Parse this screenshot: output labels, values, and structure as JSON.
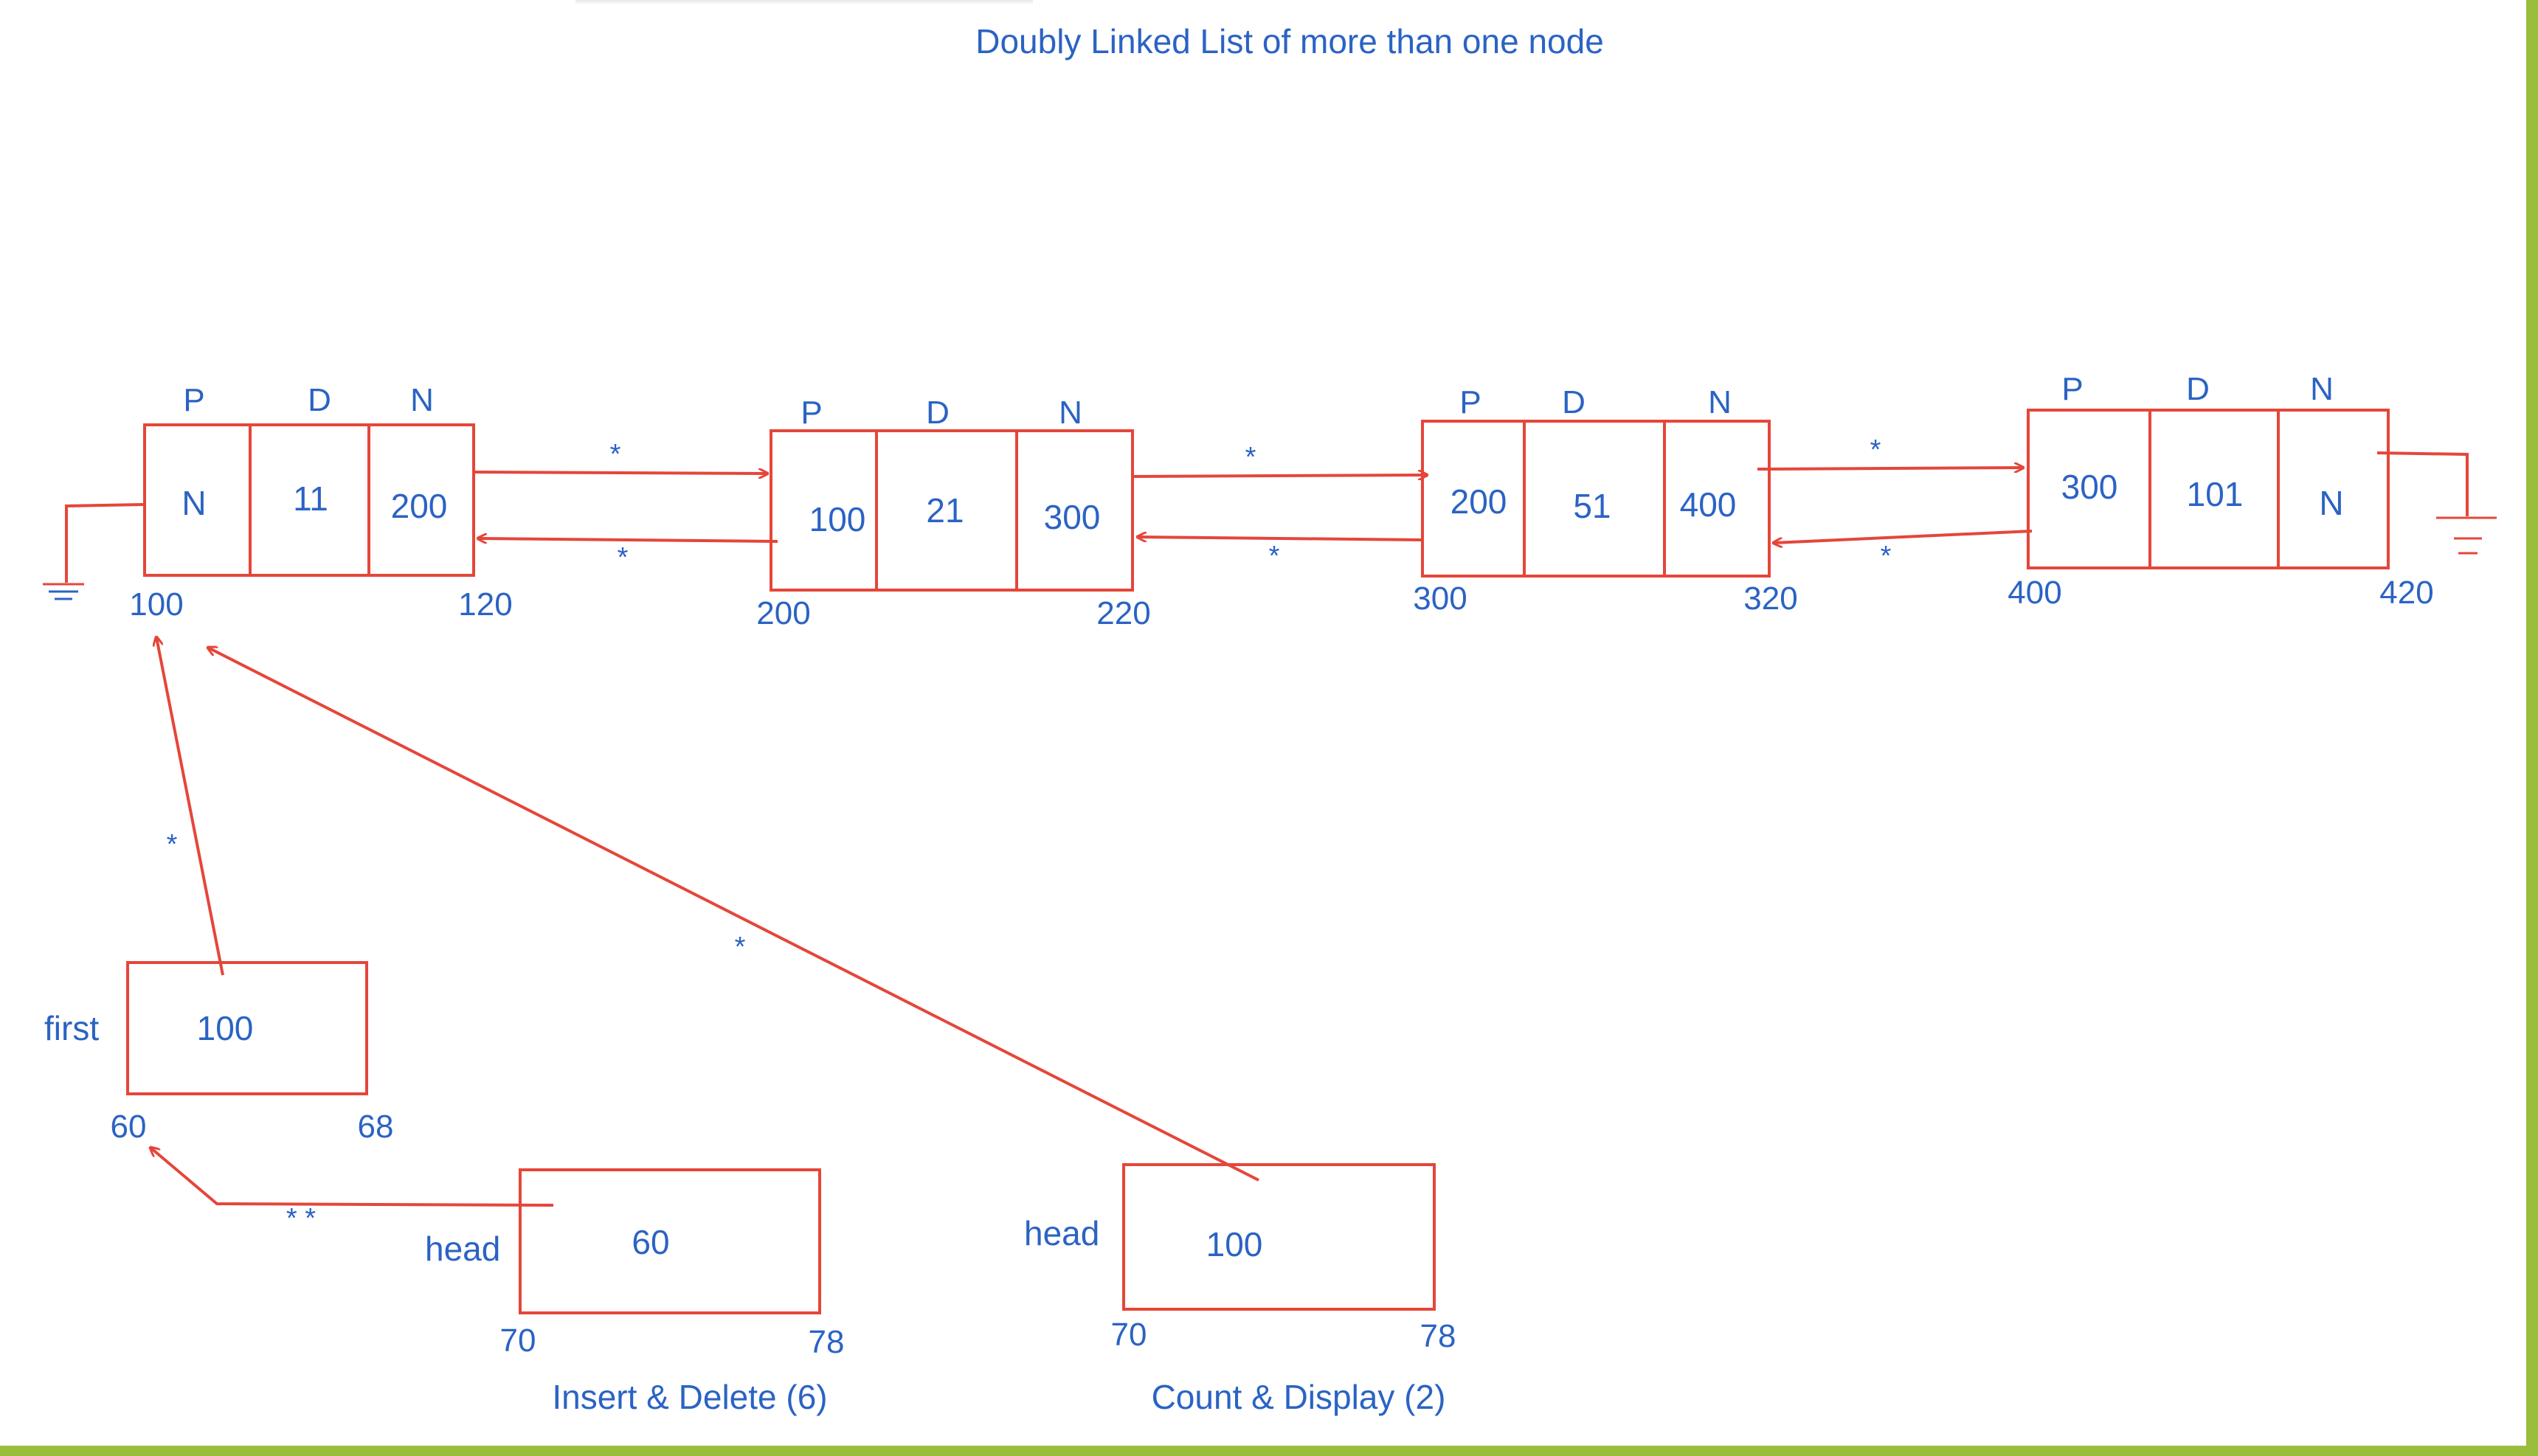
{
  "title": "Doubly Linked List of more than one node",
  "field_headers": {
    "prev": "P",
    "data": "D",
    "next": "N"
  },
  "nodes": [
    {
      "prev": "N",
      "data": "11",
      "next": "200",
      "addr_start": "100",
      "addr_end": "120"
    },
    {
      "prev": "100",
      "data": "21",
      "next": "300",
      "addr_start": "200",
      "addr_end": "220"
    },
    {
      "prev": "200",
      "data": "51",
      "next": "400",
      "addr_start": "300",
      "addr_end": "320"
    },
    {
      "prev": "300",
      "data": "101",
      "next": "N",
      "addr_start": "400",
      "addr_end": "420"
    }
  ],
  "pointer_mark": "*",
  "double_pointer_mark": "* *",
  "first": {
    "label": "first",
    "value": "100",
    "addr_start": "60",
    "addr_end": "68"
  },
  "insert_head": {
    "label": "head",
    "value": "60",
    "addr_start": "70",
    "addr_end": "78",
    "caption": "Insert & Delete (6)"
  },
  "count_head": {
    "label": "head",
    "value": "100",
    "addr_start": "70",
    "addr_end": "78",
    "caption": "Count & Display (2)"
  },
  "colors": {
    "stroke": "#e5463a",
    "text": "#2b63c4",
    "frame": "#9bbd3c"
  }
}
